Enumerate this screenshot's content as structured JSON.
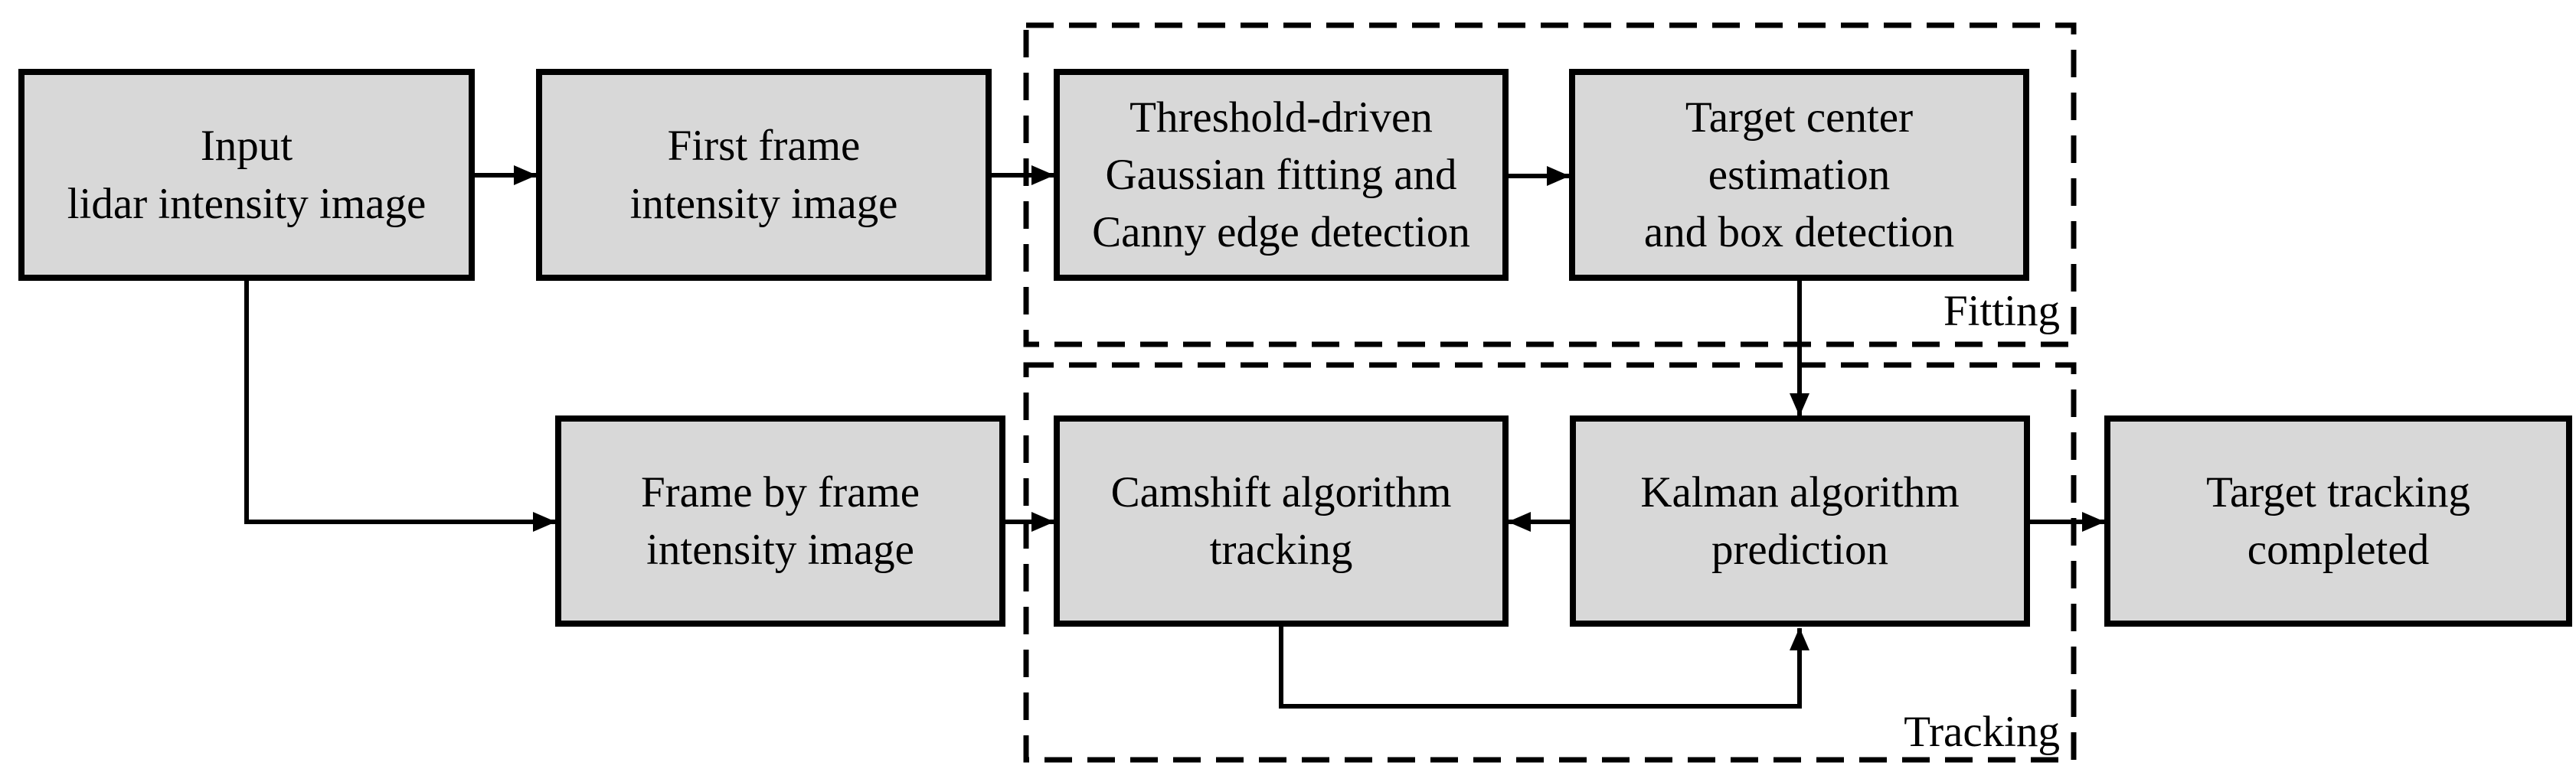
{
  "diagram": {
    "type": "flowchart",
    "background_color": "#ffffff",
    "node_fill_color": "#d8d8d8",
    "node_border_color": "#000000",
    "line_color": "#000000",
    "nodes": {
      "input": {
        "label": "Input\nlidar intensity image"
      },
      "first_frame": {
        "label": "First frame\nintensity image"
      },
      "threshold": {
        "label": "Threshold-driven\nGaussian fitting and\nCanny edge detection"
      },
      "target_center": {
        "label": "Target center\nestimation\nand box detection"
      },
      "frame_by_frame": {
        "label": "Frame by frame\nintensity image"
      },
      "camshift": {
        "label": "Camshift algorithm\ntracking"
      },
      "kalman": {
        "label": "Kalman algorithm\nprediction"
      },
      "completed": {
        "label": "Target tracking\ncompleted"
      }
    },
    "groups": {
      "fitting": {
        "label": "Fitting"
      },
      "tracking": {
        "label": "Tracking"
      }
    },
    "edges": [
      {
        "from": "input",
        "to": "first_frame"
      },
      {
        "from": "first_frame",
        "to": "threshold"
      },
      {
        "from": "threshold",
        "to": "target_center"
      },
      {
        "from": "target_center",
        "to": "kalman"
      },
      {
        "from": "input",
        "to": "frame_by_frame"
      },
      {
        "from": "frame_by_frame",
        "to": "camshift"
      },
      {
        "from": "kalman",
        "to": "camshift"
      },
      {
        "from": "camshift",
        "to": "kalman"
      },
      {
        "from": "kalman",
        "to": "completed"
      }
    ]
  }
}
